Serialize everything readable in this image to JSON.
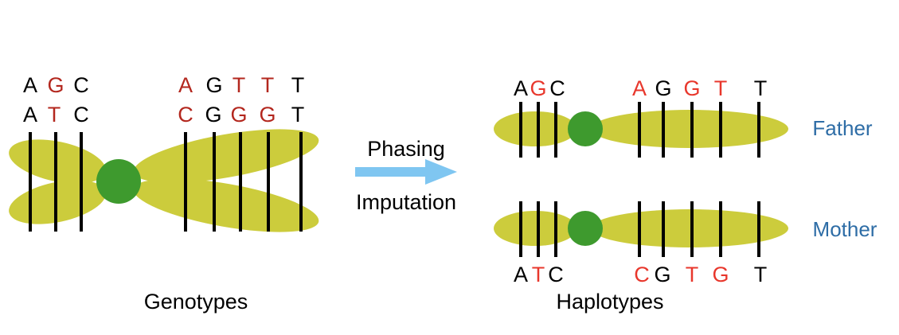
{
  "colors": {
    "chromosome": "#cccc3c",
    "centromere": "#3e9a2e",
    "arrow": "#7fc6f1",
    "black": "#000000",
    "red_dark": "#b3271e",
    "red_bright": "#e8372c",
    "parent_label": "#2e6da6"
  },
  "genotypes": {
    "title": "Genotypes",
    "row1": [
      {
        "text": "A",
        "color": "black"
      },
      {
        "text": "G",
        "color": "red_dark"
      },
      {
        "text": "C",
        "color": "black"
      },
      {
        "text": "A",
        "color": "red_dark"
      },
      {
        "text": "G",
        "color": "black"
      },
      {
        "text": "T",
        "color": "red_dark"
      },
      {
        "text": "T",
        "color": "red_dark"
      },
      {
        "text": "T",
        "color": "black"
      }
    ],
    "row2": [
      {
        "text": "A",
        "color": "black"
      },
      {
        "text": "T",
        "color": "red_dark"
      },
      {
        "text": "C",
        "color": "black"
      },
      {
        "text": "C",
        "color": "red_dark"
      },
      {
        "text": "G",
        "color": "black"
      },
      {
        "text": "G",
        "color": "red_dark"
      },
      {
        "text": "G",
        "color": "red_dark"
      },
      {
        "text": "T",
        "color": "black"
      }
    ]
  },
  "arrow": {
    "top_label": "Phasing",
    "bottom_label": "Imputation"
  },
  "haplotypes": {
    "title": "Haplotypes",
    "father": {
      "label": "Father",
      "bases": [
        {
          "text": "A",
          "color": "black"
        },
        {
          "text": "G",
          "color": "red_bright"
        },
        {
          "text": "C",
          "color": "black"
        },
        {
          "text": "A",
          "color": "red_bright"
        },
        {
          "text": "G",
          "color": "black"
        },
        {
          "text": "G",
          "color": "red_bright"
        },
        {
          "text": "T",
          "color": "red_bright"
        },
        {
          "text": "T",
          "color": "black"
        }
      ]
    },
    "mother": {
      "label": "Mother",
      "bases": [
        {
          "text": "A",
          "color": "black"
        },
        {
          "text": "T",
          "color": "red_bright"
        },
        {
          "text": "C",
          "color": "black"
        },
        {
          "text": "C",
          "color": "red_bright"
        },
        {
          "text": "G",
          "color": "black"
        },
        {
          "text": "T",
          "color": "red_bright"
        },
        {
          "text": "G",
          "color": "red_bright"
        },
        {
          "text": "T",
          "color": "black"
        }
      ]
    }
  }
}
